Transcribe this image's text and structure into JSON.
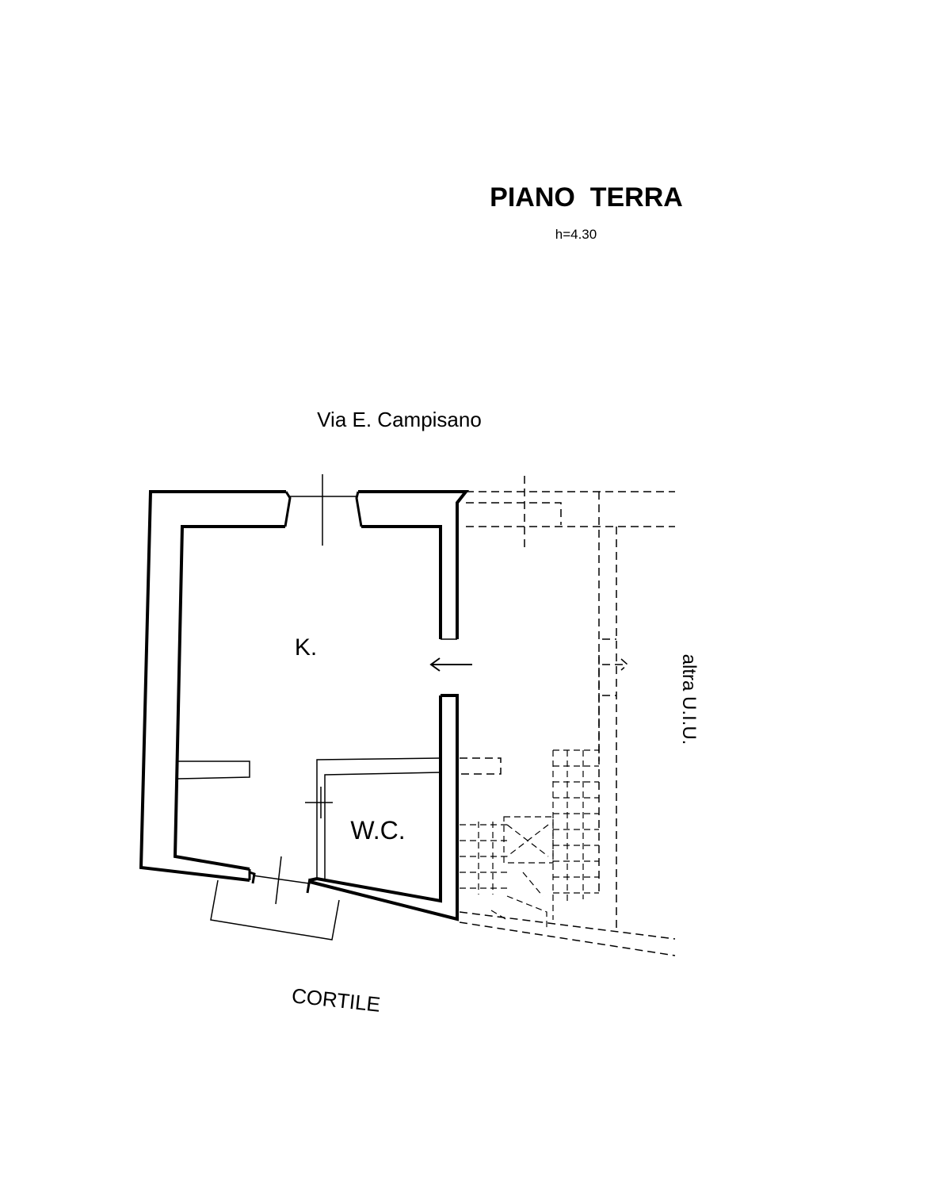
{
  "title": "PIANO  TERRA",
  "height_note": "h=4.30",
  "street": "Via E. Campisano",
  "rooms": {
    "kitchen": "K.",
    "wc": "W.C."
  },
  "courtyard": "CORTILE",
  "other_unit": "altra U.I.U.",
  "colors": {
    "ink": "#000000",
    "background": "#ffffff"
  }
}
